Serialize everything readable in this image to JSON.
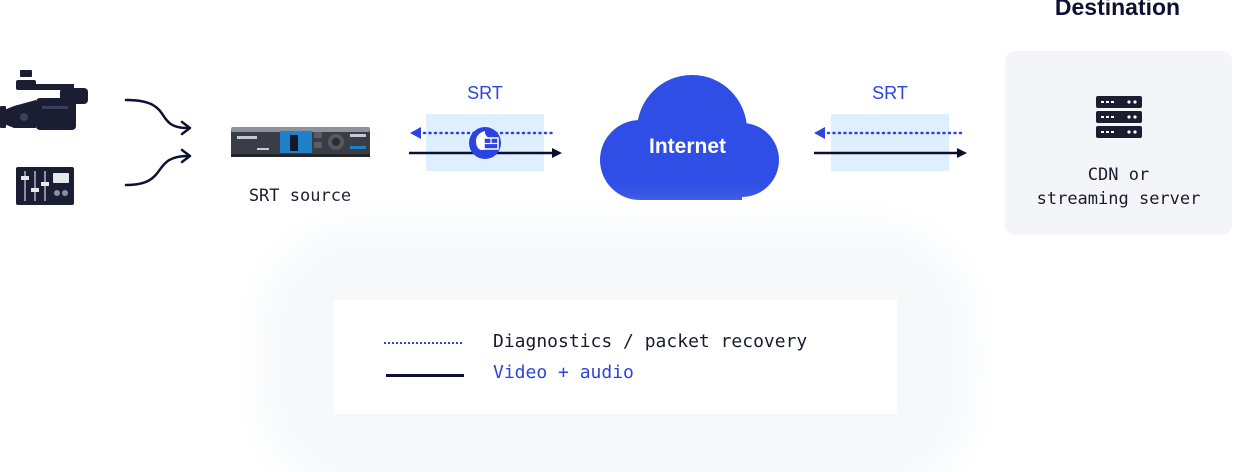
{
  "destination": {
    "title": "Destination",
    "caption_line1": "CDN or",
    "caption_line2": "streaming server"
  },
  "source": {
    "caption": "SRT source"
  },
  "links": {
    "left_label": "SRT",
    "right_label": "SRT"
  },
  "network": {
    "label": "Internet"
  },
  "legend": {
    "dotted_label": "Diagnostics / packet recovery",
    "solid_label": "Video + audio"
  },
  "colors": {
    "navy": "#0d1030",
    "accent_blue": "#2b44e0",
    "cloud_blue": "#2f4ee6",
    "highlight_band": "#deefff",
    "panel_grey": "#f3f5f8"
  },
  "icons": [
    "video-camera-icon",
    "audio-mixer-icon",
    "encoder-device-icon",
    "firewall-icon",
    "cloud-icon",
    "server-rack-icon"
  ]
}
